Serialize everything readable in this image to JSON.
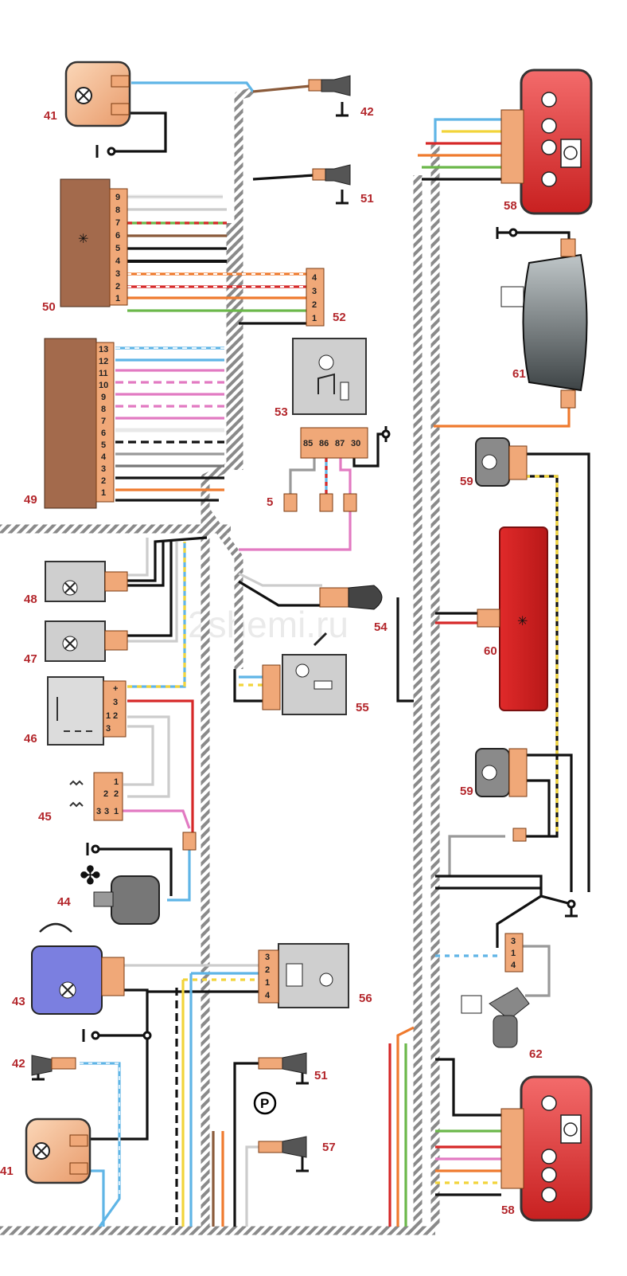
{
  "watermark": "2shemi.ru",
  "parking_symbol": "P",
  "components": [
    {
      "id": "c41a",
      "label": "41"
    },
    {
      "id": "c42a",
      "label": "42"
    },
    {
      "id": "c51a",
      "label": "51"
    },
    {
      "id": "c50",
      "label": "50"
    },
    {
      "id": "c52",
      "label": "52"
    },
    {
      "id": "c53",
      "label": "53"
    },
    {
      "id": "c5",
      "label": "5"
    },
    {
      "id": "c49",
      "label": "49"
    },
    {
      "id": "c48",
      "label": "48"
    },
    {
      "id": "c47",
      "label": "47"
    },
    {
      "id": "c46",
      "label": "46"
    },
    {
      "id": "c45",
      "label": "45"
    },
    {
      "id": "c44",
      "label": "44"
    },
    {
      "id": "c43",
      "label": "43"
    },
    {
      "id": "c42b",
      "label": "42"
    },
    {
      "id": "c41b",
      "label": "41"
    },
    {
      "id": "c54",
      "label": "54"
    },
    {
      "id": "c55",
      "label": "55"
    },
    {
      "id": "c56",
      "label": "56"
    },
    {
      "id": "c51b",
      "label": "51"
    },
    {
      "id": "c57",
      "label": "57"
    },
    {
      "id": "c58a",
      "label": "58"
    },
    {
      "id": "c61",
      "label": "61"
    },
    {
      "id": "c59a",
      "label": "59"
    },
    {
      "id": "c60",
      "label": "60"
    },
    {
      "id": "c59b",
      "label": "59"
    },
    {
      "id": "c62",
      "label": "62"
    },
    {
      "id": "c58b",
      "label": "58"
    }
  ],
  "pins": {
    "c50": [
      "9",
      "8",
      "7",
      "6",
      "5",
      "4",
      "3",
      "2",
      "1"
    ],
    "c49": [
      "13",
      "12",
      "11",
      "10",
      "9",
      "8",
      "7",
      "6",
      "5",
      "4",
      "3",
      "2",
      "1"
    ],
    "c52": [
      "4",
      "3",
      "2",
      "1"
    ],
    "c53": [
      "85",
      "86",
      "87",
      "30"
    ],
    "c46_top": [
      "+",
      "3"
    ],
    "c46_bottom": [
      "1",
      "2",
      "3"
    ],
    "c45": [
      "1",
      "2",
      "3",
      "1",
      "2",
      "3"
    ],
    "c56": [
      "3",
      "2",
      "1",
      "4"
    ],
    "c62": [
      "3",
      "1",
      "4"
    ]
  },
  "colors": {
    "connector": "#f0a878",
    "connector_border": "#7a3a10",
    "harness": "#8a8a8a",
    "red": "#d62828",
    "blue": "#5fb5e6",
    "green": "#6bb84a",
    "yellow": "#f2d43a",
    "pink": "#e27ac2",
    "orange": "#ef7a2e",
    "brown": "#8a5a3a",
    "grey": "#a8a8a8",
    "black": "#111111",
    "white_wire": "#e8e8e8",
    "module_brown": "#a36a4c",
    "lamp_box": "#f0b08a",
    "taillight": "#e44a4a",
    "brake_bar": "#dd2b2b",
    "panel_grey": "#cfcfcf",
    "switch_blue": "#7b7fe0",
    "ref_label": "#b3262b"
  }
}
